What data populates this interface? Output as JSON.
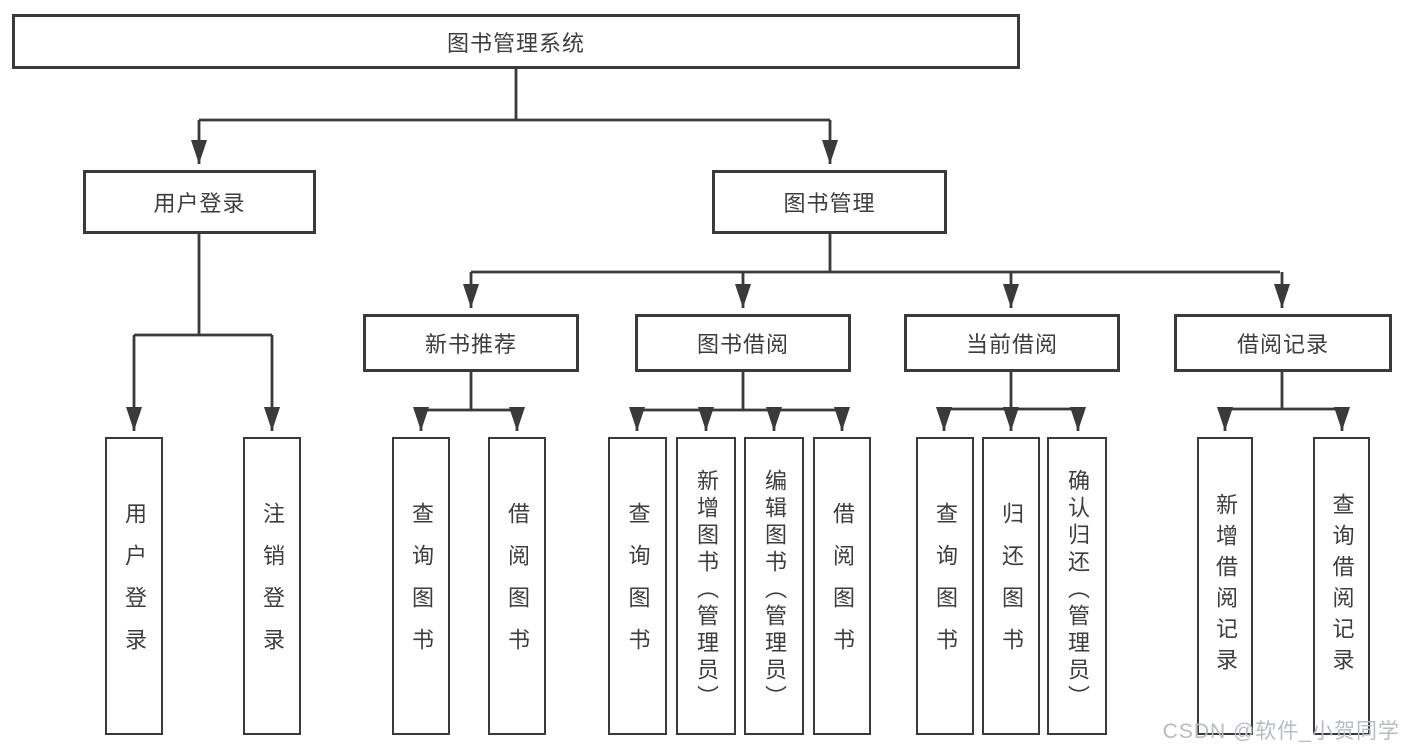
{
  "diagram": {
    "title": "图书管理系统",
    "branches": {
      "user_login": {
        "label": "用户登录",
        "children": [
          {
            "label": "用户登录"
          },
          {
            "label": "注销登录"
          }
        ]
      },
      "book_management": {
        "label": "图书管理",
        "modules": [
          {
            "label": "新书推荐",
            "children": [
              {
                "label": "查询图书"
              },
              {
                "label": "借阅图书"
              }
            ]
          },
          {
            "label": "图书借阅",
            "children": [
              {
                "label": "查询图书"
              },
              {
                "label": "新增图书（管理员）"
              },
              {
                "label": "编辑图书（管理员）"
              },
              {
                "label": "借阅图书"
              }
            ]
          },
          {
            "label": "当前借阅",
            "children": [
              {
                "label": "查询图书"
              },
              {
                "label": "归还图书"
              },
              {
                "label": "确认归还（管理员）"
              }
            ]
          },
          {
            "label": "借阅记录",
            "children": [
              {
                "label": "新增借阅记录"
              },
              {
                "label": "查询借阅记录"
              }
            ]
          }
        ]
      }
    },
    "watermark": "CSDN @软件_小贺同学",
    "colors": {
      "line": "#3a3a3a",
      "text": "#3d3d3d",
      "box_fill": "#ffffff",
      "background": "#ffffff",
      "watermark": "#b7bbc2"
    }
  }
}
